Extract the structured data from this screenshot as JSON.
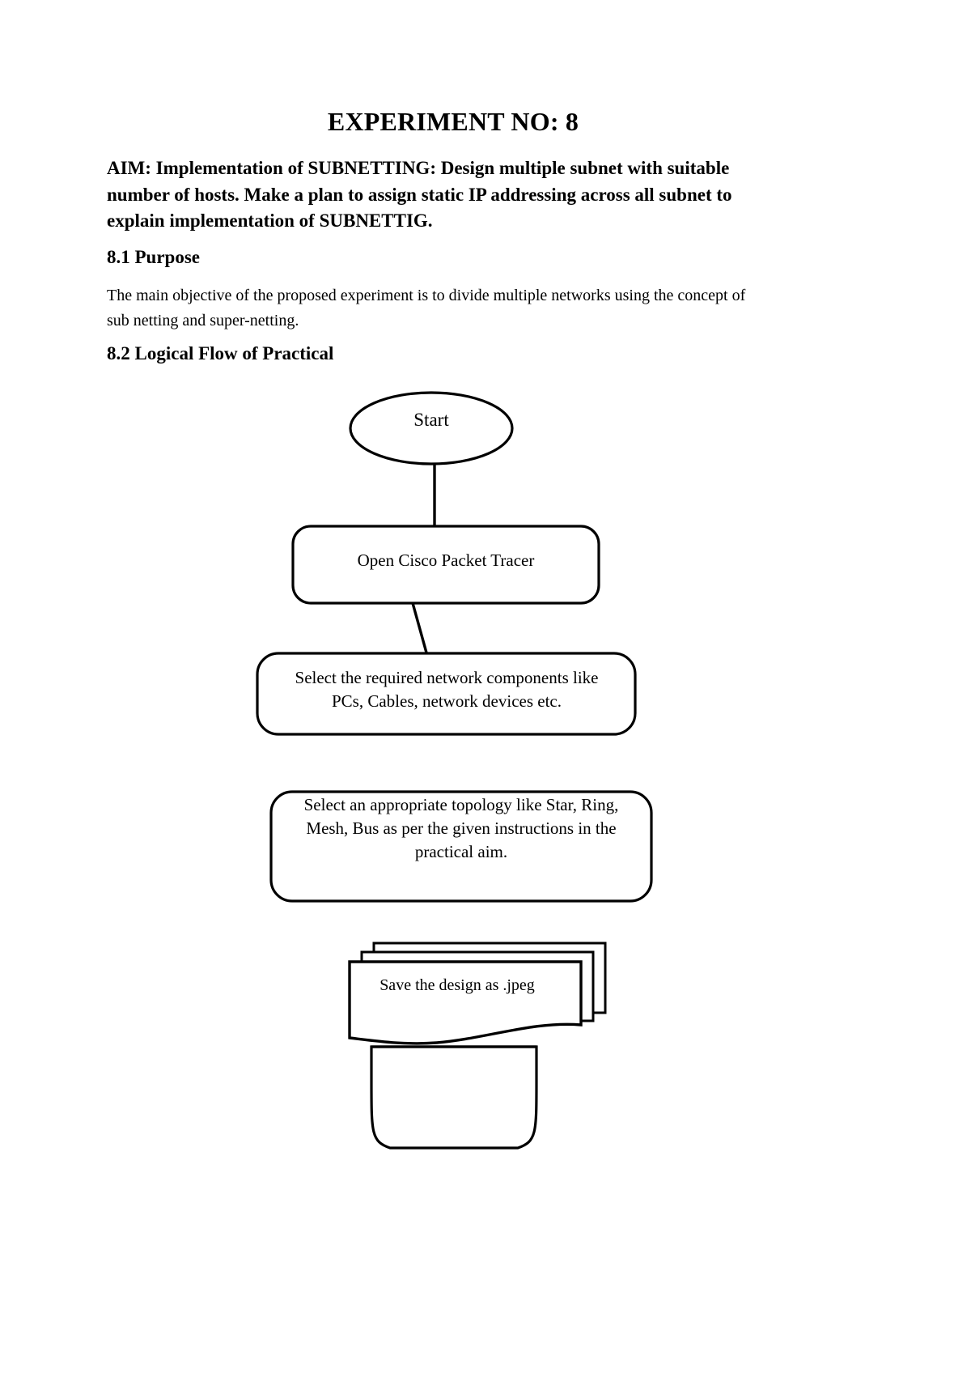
{
  "document": {
    "title": "EXPERIMENT NO: 8",
    "aim": "AIM: Implementation of SUBNETTING: Design multiple subnet with suitable number of hosts. Make a plan to assign static IP addressing across all subnet to explain implementation of SUBNETTIG.",
    "sections": [
      {
        "heading": "8.1 Purpose",
        "body": "The main objective of the proposed experiment is to divide multiple networks using the concept of sub netting and super-netting."
      },
      {
        "heading": "8.2 Logical Flow of Practical",
        "body": ""
      }
    ]
  },
  "flowchart": {
    "nodes": [
      {
        "id": "start",
        "shape": "ellipse",
        "label": "Start"
      },
      {
        "id": "open",
        "shape": "rounded-rect",
        "label": "Open Cisco Packet Tracer"
      },
      {
        "id": "components",
        "shape": "rounded-rect",
        "label": "Select the required network components like PCs, Cables, network devices etc."
      },
      {
        "id": "components_line1",
        "shape": "text-line",
        "label": "Select the required network components like"
      },
      {
        "id": "components_line2",
        "shape": "text-line",
        "label": "PCs, Cables, network devices etc."
      },
      {
        "id": "topology",
        "shape": "rounded-rect",
        "label": "Select an appropriate topology like Star, Ring, Mesh, Bus as per the given instructions in the practical aim."
      },
      {
        "id": "topology_line1",
        "shape": "text-line",
        "label": "Select an appropriate topology like Star, Ring,"
      },
      {
        "id": "topology_line2",
        "shape": "text-line",
        "label": "Mesh, Bus as per the given instructions in the"
      },
      {
        "id": "topology_line3",
        "shape": "text-line",
        "label": "practical aim."
      },
      {
        "id": "save",
        "shape": "multi-document",
        "label": "Save the design as .jpeg"
      },
      {
        "id": "cylinder",
        "shape": "cylinder",
        "label": ""
      }
    ],
    "connectors": [
      {
        "from": "start",
        "to": "open",
        "type": "arrow-vertical"
      },
      {
        "from": "open",
        "to": "components",
        "type": "arrow-slanted"
      }
    ]
  },
  "colors": {
    "page_background": "#ffffff",
    "text": "#000000",
    "shape_stroke": "#000000",
    "shape_fill": "#ffffff"
  }
}
